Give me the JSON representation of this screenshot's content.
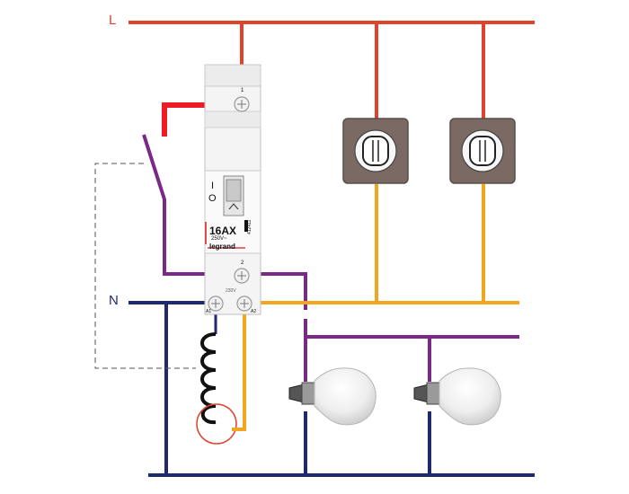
{
  "labels": {
    "line": "L",
    "neutral": "N"
  },
  "contactor": {
    "rating": "16AX",
    "voltage": "250V~",
    "brand": "legrand",
    "coil_voltage": "230V",
    "symbol_on": "I",
    "symbol_off": "O",
    "ref": "412411",
    "terminal_top": "1",
    "terminal_mid": "2",
    "terminal_a1": "A1",
    "terminal_a2": "A2"
  },
  "colors": {
    "line": "#e0432b",
    "neutral": "#1f2a6e",
    "switched_line": "#7a2a86",
    "control": "#f2a51f",
    "switch_plate": "#7b6a64"
  },
  "icons": [
    "push-button-icon",
    "push-button-icon",
    "lamp-icon",
    "lamp-icon",
    "coil-icon"
  ]
}
